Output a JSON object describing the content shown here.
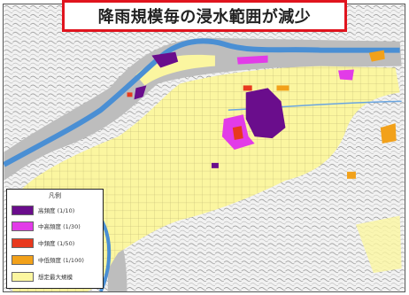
{
  "title": "降雨規模毎の浸水範囲が減少",
  "colors": {
    "title_border": "#e0141e",
    "river": "#4a8fd4",
    "terrain": "#c8c8c8",
    "city_max": "#fbf6a0",
    "level1": "#6a0d8c",
    "level2": "#e23be8",
    "level3": "#e8391e",
    "level4": "#f2a11a",
    "level5": "#fbf6a0"
  },
  "legend": {
    "title": "凡例",
    "items": [
      {
        "label": "高頻度 (1/10)",
        "color": "#6a0d8c"
      },
      {
        "label": "中高頻度 (1/30)",
        "color": "#e23be8"
      },
      {
        "label": "中頻度 (1/50)",
        "color": "#e8391e"
      },
      {
        "label": "中低頻度 (1/100)",
        "color": "#f2a11a"
      },
      {
        "label": "想定最大規模",
        "color": "#fbf6a0"
      }
    ]
  }
}
